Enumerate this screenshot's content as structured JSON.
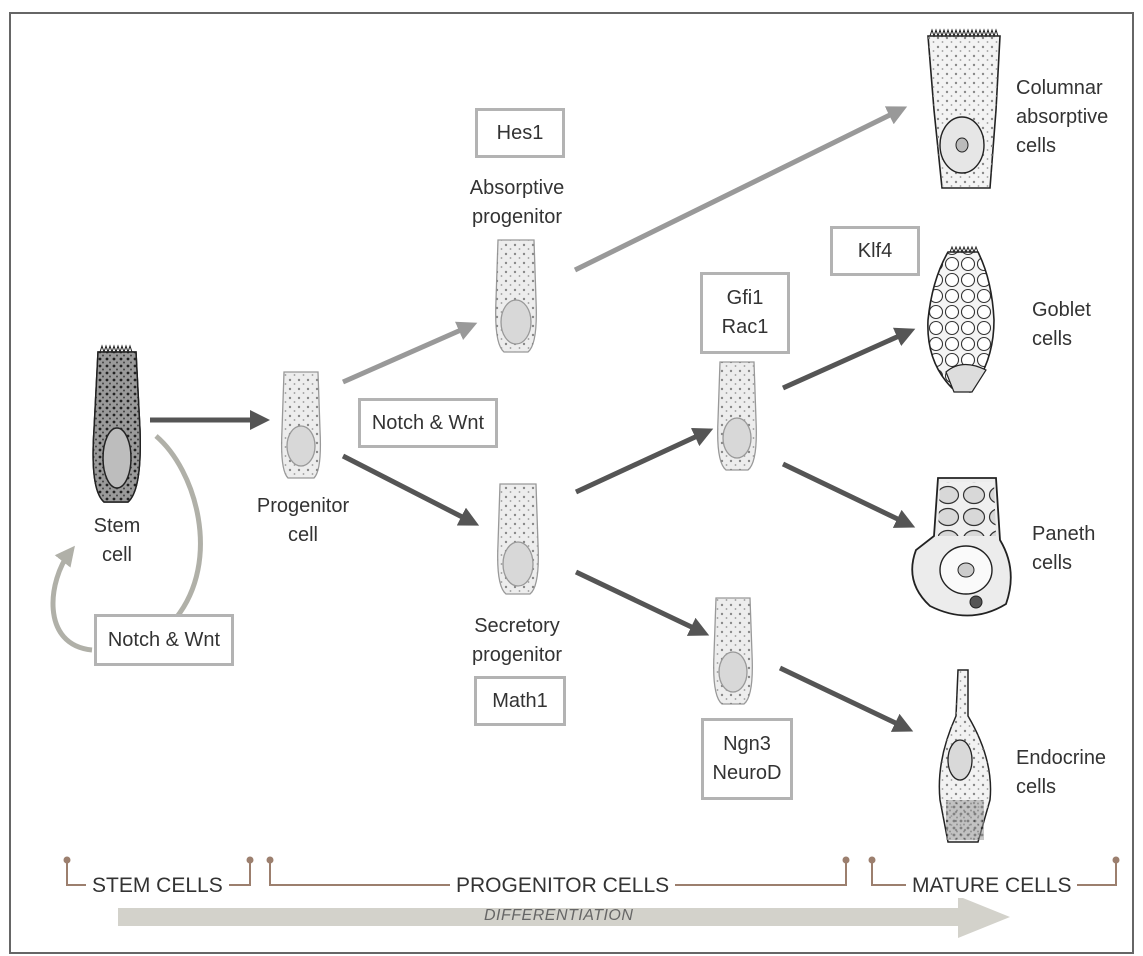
{
  "cells": {
    "stem": [
      "Stem",
      "cell"
    ],
    "progenitor": [
      "Progenitor",
      "cell"
    ],
    "absorptive_progenitor": [
      "Absorptive",
      "progenitor"
    ],
    "secretory_progenitor": [
      "Secretory",
      "progenitor"
    ],
    "columnar": [
      "Columnar",
      "absorptive",
      "cells"
    ],
    "goblet": [
      "Goblet",
      "cells"
    ],
    "paneth": [
      "Paneth",
      "cells"
    ],
    "endocrine": [
      "Endocrine",
      "cells"
    ]
  },
  "factors": {
    "hes1": [
      "Hes1"
    ],
    "klf4": [
      "Klf4"
    ],
    "gfi1_rac1": [
      "Gfi1",
      "Rac1"
    ],
    "notch_wnt_mid": [
      "Notch & Wnt"
    ],
    "notch_wnt_stem": [
      "Notch & Wnt"
    ],
    "math1": [
      "Math1"
    ],
    "ngn3_neurod": [
      "Ngn3",
      "NeuroD"
    ]
  },
  "stages": {
    "stem": "STEM CELLS",
    "progenitor": "PROGENITOR CELLS",
    "mature": "MATURE CELLS"
  },
  "axis_label": "DIFFERENTIATION",
  "colors": {
    "dark_arrow": "#555555",
    "light_arrow": "#999999",
    "stem_loop": "#b0b0a8",
    "bracket": "#9c7f6e",
    "differentiation_arrow": "#d3d2cb",
    "box_border": "#b3b3b3"
  }
}
